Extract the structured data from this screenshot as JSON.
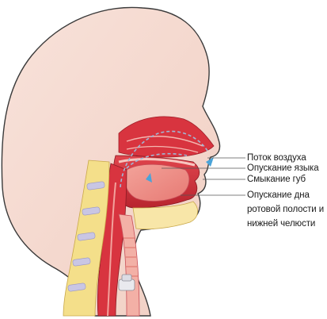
{
  "labels": {
    "airflow": "Поток воздуха",
    "tongue_lowering": "Опускание языка",
    "lip_closure": "Смыкание губ",
    "floor_lowering_line1": "Опускание дна",
    "floor_lowering_line2": "ротовой полости и",
    "floor_lowering_line3": "нижней челюсти"
  },
  "colors": {
    "skin": "#f6d9cf",
    "outline": "#3a3a3a",
    "tissue_red": "#d8343f",
    "tissue_pink": "#ef8d86",
    "airflow_blue": "#4aa3d8",
    "vertebra_yellow": "#f4df8a",
    "disc_lavender": "#c9c6e4"
  }
}
